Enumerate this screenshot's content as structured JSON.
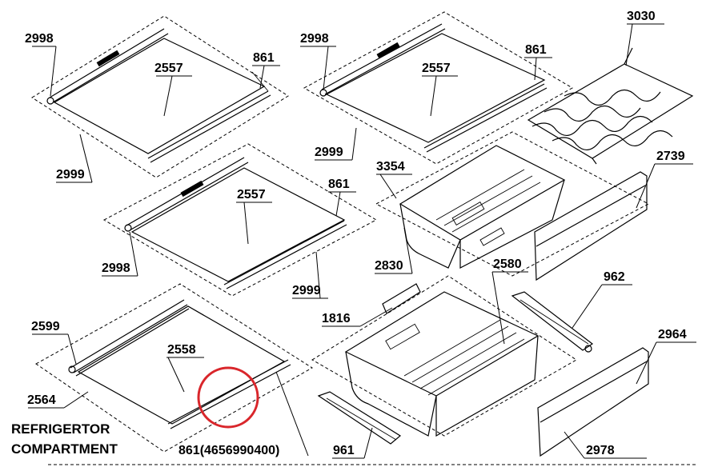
{
  "title_lines": [
    "REFRIGERTOR",
    "COMPARTMENT"
  ],
  "labels": {
    "l2998a": "2998",
    "l2557a": "2557",
    "l861a": "861",
    "l2999a": "2999",
    "l2998b": "2998",
    "l2557b": "2557",
    "l861b": "861",
    "l2999b": "2999",
    "l2557c": "2557",
    "l861c": "861",
    "l2998c": "2998",
    "l2999c": "2999",
    "l2599": "2599",
    "l2558": "2558",
    "l2564": "2564",
    "l861d": "861(4656990400)",
    "l3030": "3030",
    "l3354": "3354",
    "l2739": "2739",
    "l2830": "2830",
    "l2580": "2580",
    "l962": "962",
    "l1816": "1816",
    "l2964": "2964",
    "l961": "961",
    "l2978": "2978"
  },
  "highlight_color": "#d9262b"
}
